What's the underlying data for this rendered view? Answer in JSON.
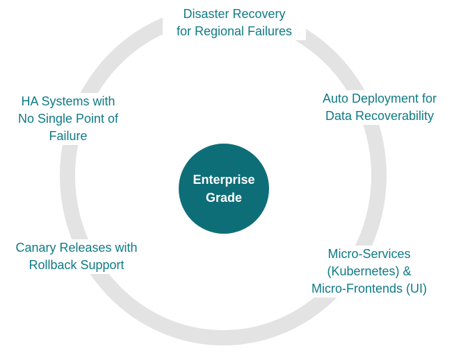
{
  "center": {
    "line1": "Enterprise",
    "line2": "Grade"
  },
  "items": {
    "top": {
      "line1": "Disaster Recovery",
      "line2": "for Regional Failures"
    },
    "right": {
      "line1": "Auto Deployment for",
      "line2": "Data Recoverability"
    },
    "left": {
      "line1": "HA Systems with",
      "line2": "No Single Point of",
      "line3": "Failure"
    },
    "bottom_left": {
      "line1": "Canary Releases with",
      "line2": "Rollback Support"
    },
    "bottom_right": {
      "line1": "Micro-Services",
      "line2": "(Kubernetes) &",
      "line3": "Micro-Frontends (UI)"
    }
  },
  "colors": {
    "hub": "#0e6e78",
    "text": "#0f7a85",
    "ring": "#e3e3e3"
  }
}
